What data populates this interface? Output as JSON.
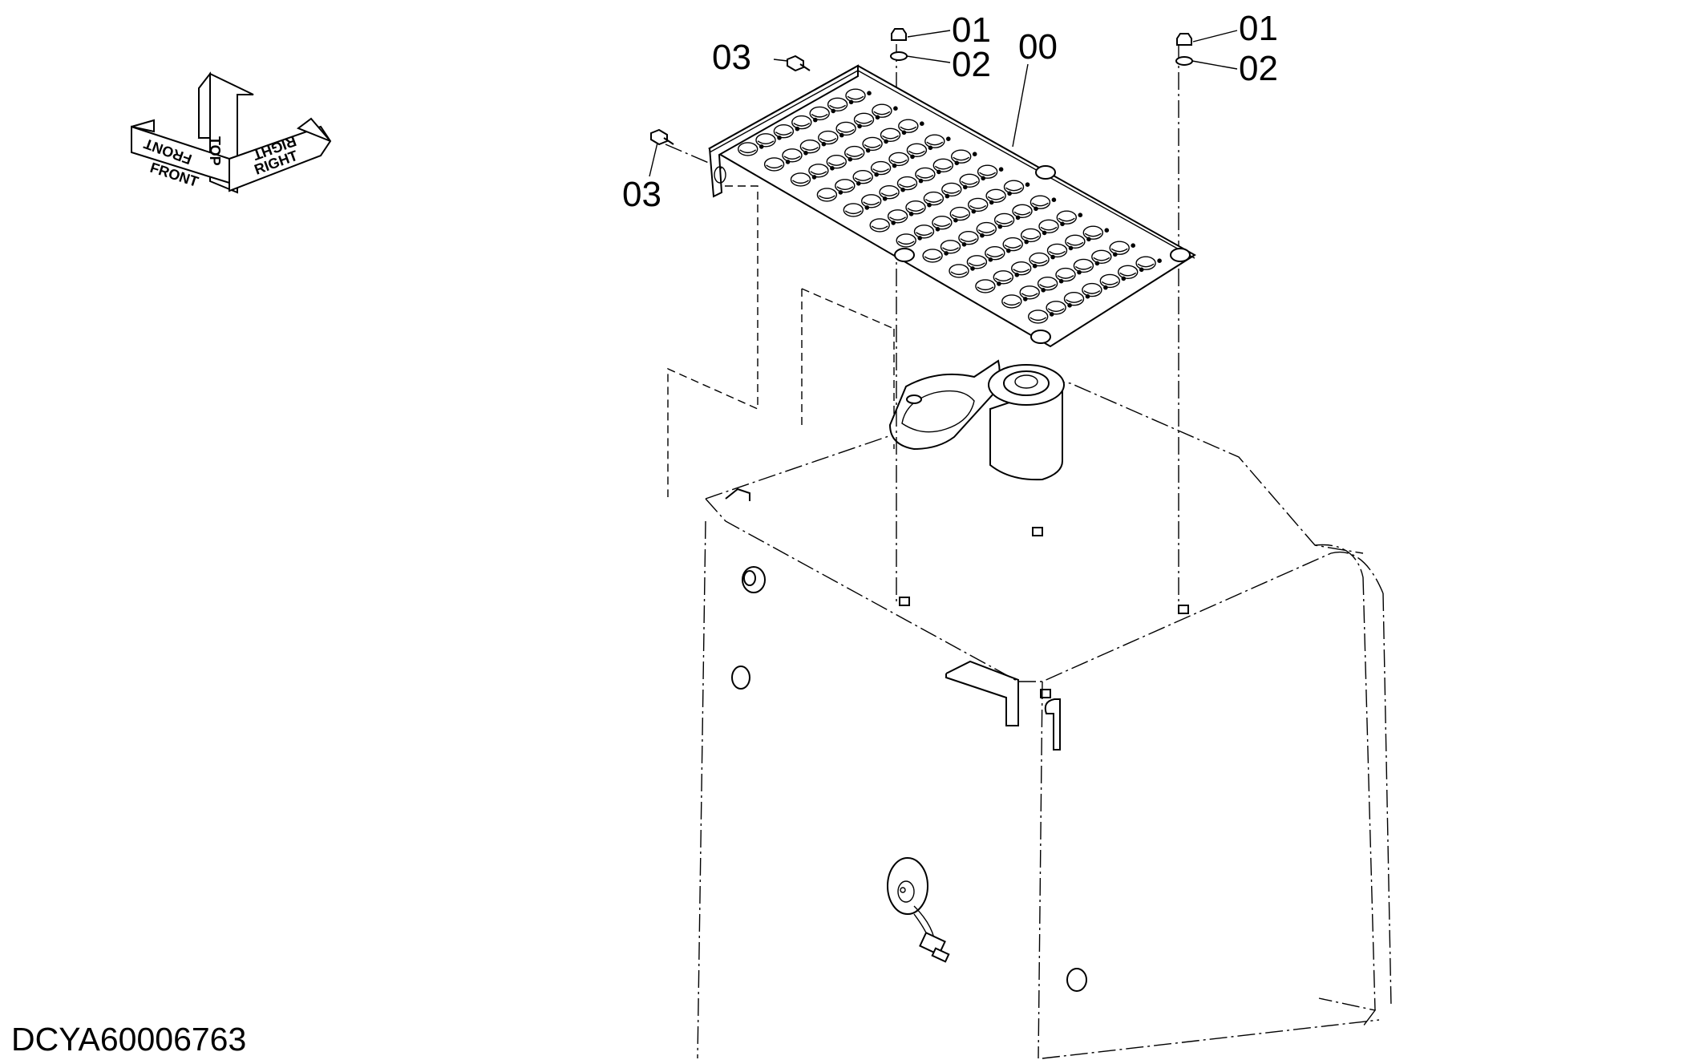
{
  "orientation_indicator": {
    "front_label": "FRONT",
    "top_label": "TOP",
    "right_label": "RIGHT",
    "front_mirror_label": "FRONT",
    "right_mirror_label": "RIGHT"
  },
  "callouts": {
    "step_plate": "00",
    "nut_center": "01",
    "washer_center": "02",
    "nut_right": "01",
    "washer_right": "02",
    "bolt_upper": "03",
    "bolt_lower": "03"
  },
  "drawing_id": "DCYA60006763"
}
